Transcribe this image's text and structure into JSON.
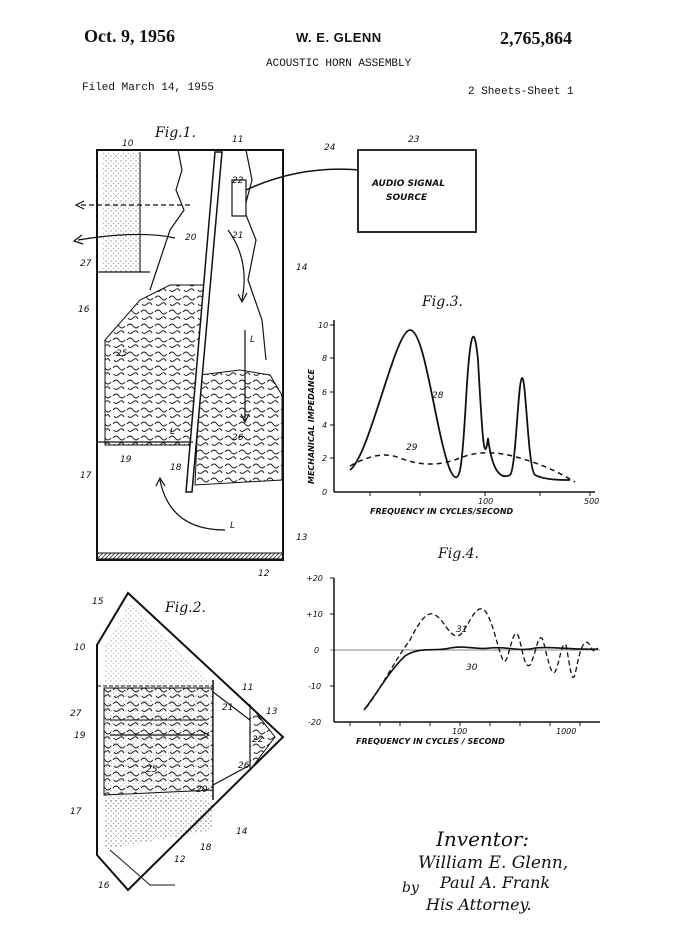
{
  "header": {
    "date": "Oct. 9, 1956",
    "inventor_name": "W. E. GLENN",
    "patent_number": "2,765,864",
    "title": "ACOUSTIC HORN ASSEMBLY",
    "filed": "Filed March 14, 1955",
    "sheets": "2 Sheets-Sheet 1"
  },
  "figures": {
    "fig1": {
      "title": "Fig.1.",
      "source_box": [
        "AUDIO SIGNAL",
        "SOURCE"
      ],
      "labels": [
        "10",
        "11",
        "24",
        "23",
        "22",
        "20",
        "21",
        "14",
        "27",
        "16",
        "25",
        "26",
        "L",
        "L",
        "L",
        "19",
        "18",
        "17",
        "13",
        "12"
      ]
    },
    "fig2": {
      "title": "Fig.2.",
      "labels": [
        "15",
        "10",
        "11",
        "13",
        "27",
        "21",
        "19",
        "22",
        "25",
        "26",
        "20",
        "17",
        "14",
        "18",
        "12",
        "16"
      ]
    },
    "fig3": {
      "title": "Fig.3.",
      "y_axis_label": "MECHANICAL IMPEDANCE",
      "x_axis_label": "FREQUENCY IN CYCLES/SECOND",
      "y_ticks": [
        "10",
        "8",
        "6",
        "4",
        "2",
        "0"
      ],
      "x_ticks": [
        "100",
        "500"
      ],
      "curve_labels": [
        "28",
        "29"
      ]
    },
    "fig4": {
      "title": "Fig.4.",
      "x_axis_label": "FREQUENCY IN CYCLES / SECOND",
      "y_ticks": [
        "+20",
        "+10",
        "0",
        "-10",
        "-20"
      ],
      "x_ticks": [
        "100",
        "1000"
      ],
      "curve_labels": [
        "31",
        "30"
      ]
    }
  },
  "signature": {
    "heading": "Inventor:",
    "name": "William E. Glenn,",
    "by": "by",
    "attorney_sig": "Paul A. Frank",
    "attorney_title": "His Attorney."
  }
}
